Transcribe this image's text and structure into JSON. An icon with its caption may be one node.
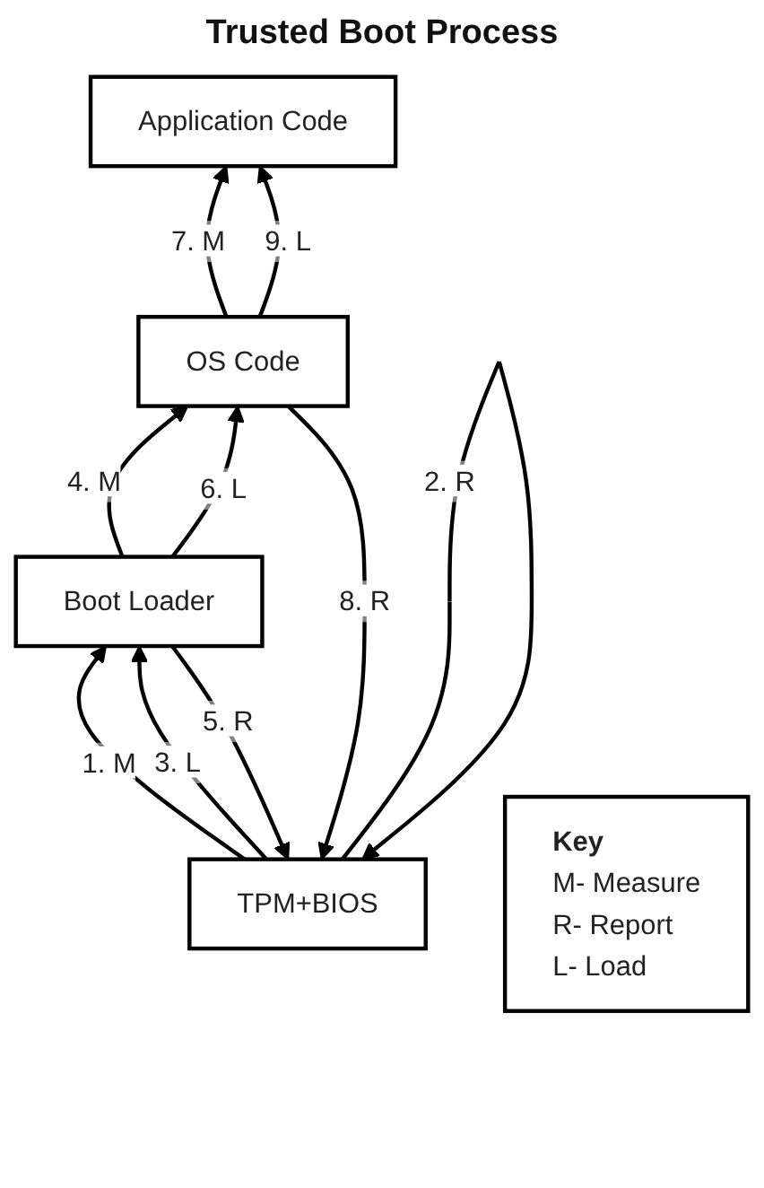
{
  "diagram": {
    "title": "Trusted Boot Process",
    "nodes": [
      {
        "text": [
          "Key",
          "M- Measure",
          "R- Report",
          "L- Load"
        ]
      },
      {
        "text": [
          "Application Code"
        ]
      },
      {
        "text": [
          "OS Code"
        ]
      },
      {
        "text": [
          "Boot Loader"
        ]
      },
      {
        "text": [
          "TPM+BIOS"
        ]
      }
    ],
    "edges": [
      {
        "from": 4,
        "to": 3,
        "arrow": "to",
        "label": "1. M"
      },
      {
        "from": 4,
        "to": 4,
        "arrow": "to",
        "label": "2. R"
      },
      {
        "from": 4,
        "to": 3,
        "arrow": "to",
        "label": "3. L"
      },
      {
        "from": 3,
        "to": 2,
        "arrow": "to",
        "label": "4. M"
      },
      {
        "from": 3,
        "to": 4,
        "arrow": "to",
        "label": "5. R"
      },
      {
        "from": 3,
        "to": 2,
        "arrow": "to",
        "label": "6. L"
      },
      {
        "from": 2,
        "to": 1,
        "arrow": "to",
        "label": "7. M"
      },
      {
        "from": 2,
        "to": 4,
        "arrow": "to",
        "label": "8. R"
      },
      {
        "from": 2,
        "to": 1,
        "arrow": "to",
        "label": "9. L"
      }
    ]
  }
}
